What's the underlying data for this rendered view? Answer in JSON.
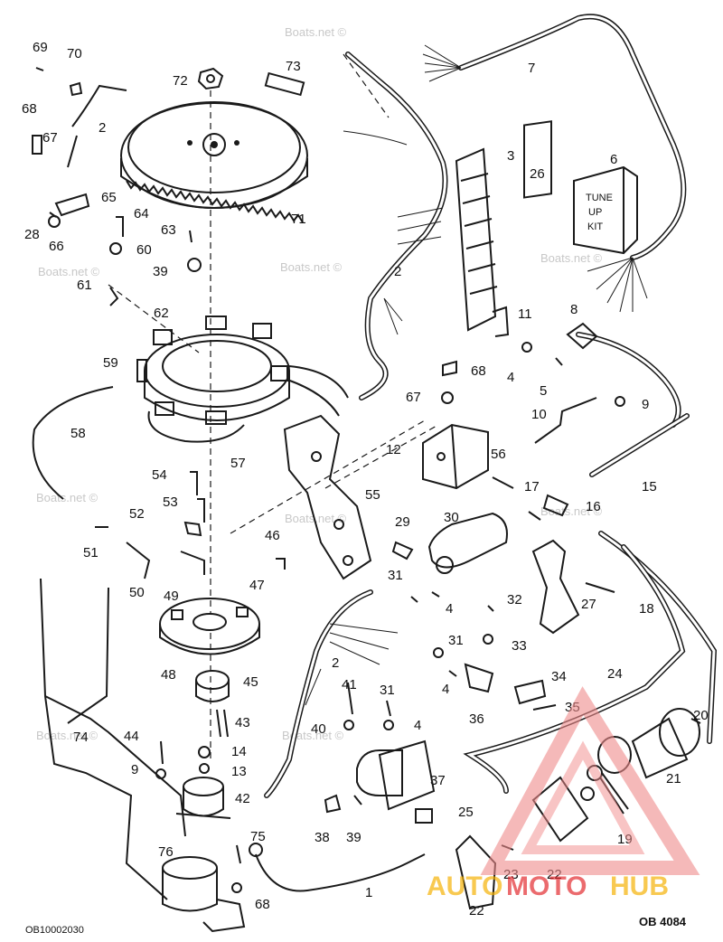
{
  "watermark": {
    "text": "Boats.net ©"
  },
  "brand": {
    "auto": "AUTO",
    "moto": "MOTO",
    "hub": "HUB",
    "accent": "#e3262b",
    "accent_light": "#f08a8a",
    "gold": "#f5b100"
  },
  "footer": {
    "left_code": "OB10002030",
    "right_code": "OB 4084"
  },
  "tune_up_kit": {
    "line1": "TUNE",
    "line2": "UP",
    "line3": "KIT"
  },
  "parts": {
    "p1": "1",
    "p2a": "2",
    "p2b": "2",
    "p2c": "2",
    "p3": "3",
    "p4a": "4",
    "p4b": "4",
    "p4c": "4",
    "p4d": "4",
    "p5": "5",
    "p6": "6",
    "p7": "7",
    "p8": "8",
    "p9a": "9",
    "p9b": "9",
    "p10": "10",
    "p11": "11",
    "p12": "12",
    "p13": "13",
    "p14": "14",
    "p15": "15",
    "p16": "16",
    "p17": "17",
    "p18": "18",
    "p19": "19",
    "p20": "20",
    "p21": "21",
    "p22a": "22",
    "p22b": "22",
    "p23": "23",
    "p24": "24",
    "p25": "25",
    "p26": "26",
    "p27": "27",
    "p28": "28",
    "p29": "29",
    "p30": "30",
    "p31a": "31",
    "p31b": "31",
    "p31c": "31",
    "p32": "32",
    "p33": "33",
    "p34": "34",
    "p35": "35",
    "p36": "36",
    "p37": "37",
    "p38": "38",
    "p39a": "39",
    "p39b": "39",
    "p40": "40",
    "p41": "41",
    "p42": "42",
    "p43": "43",
    "p44": "44",
    "p45": "45",
    "p46": "46",
    "p47": "47",
    "p48": "48",
    "p49": "49",
    "p50": "50",
    "p51": "51",
    "p52": "52",
    "p53": "53",
    "p54": "54",
    "p55": "55",
    "p56": "56",
    "p57": "57",
    "p58": "58",
    "p59": "59",
    "p60": "60",
    "p61": "61",
    "p62": "62",
    "p63": "63",
    "p64": "64",
    "p65": "65",
    "p66": "66",
    "p67a": "67",
    "p67b": "67",
    "p68a": "68",
    "p68b": "68",
    "p68c": "68",
    "p69": "69",
    "p70": "70",
    "p71": "71",
    "p72": "72",
    "p73": "73",
    "p74": "74",
    "p75": "75",
    "p76": "76"
  }
}
